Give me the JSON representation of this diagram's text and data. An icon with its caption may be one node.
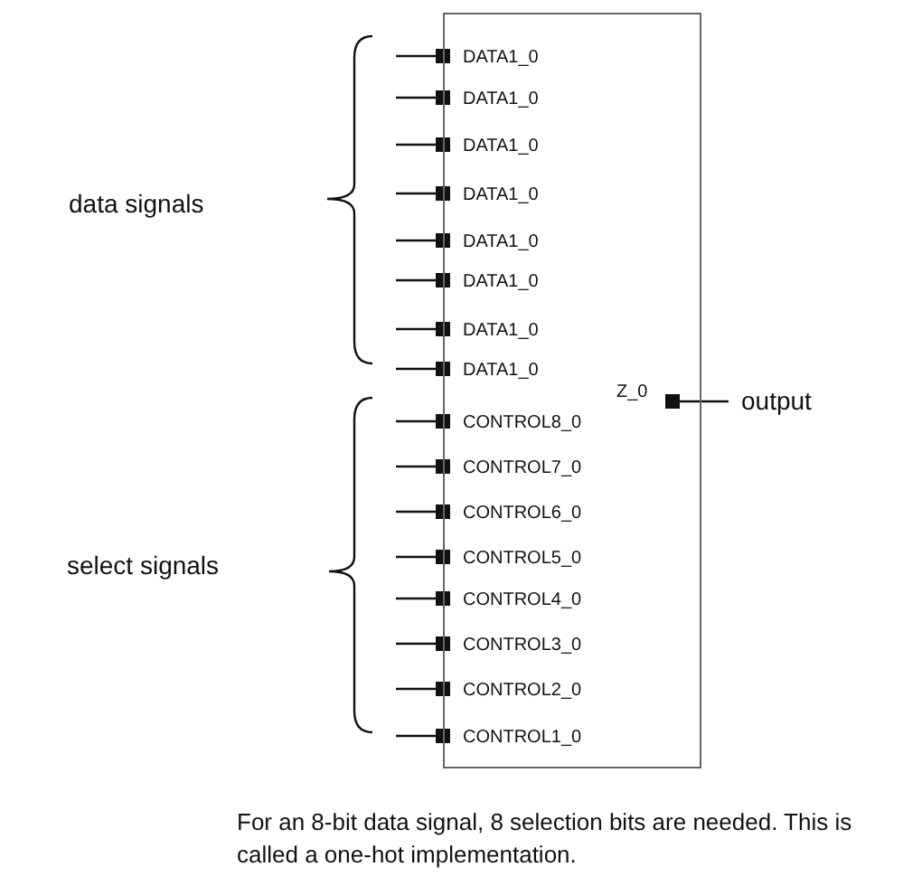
{
  "diagram": {
    "caption": "For an 8-bit data signal, 8 selection bits are needed. This is called a one-hot implementation.",
    "nodes": [
      {
        "text": [
          "DATA1_0",
          "DATA1_0",
          "DATA1_0",
          "DATA1_0",
          "DATA1_0",
          "DATA1_0",
          "DATA1_0",
          "DATA1_0",
          "Z_0",
          "CONTROL8_0",
          "CONTROL7_0",
          "CONTROL6_0",
          "CONTROL5_0",
          "CONTROL4_0",
          "CONTROL3_0",
          "CONTROL2_0",
          "CONTROL1_0"
        ]
      },
      {
        "text": [
          "output"
        ]
      }
    ],
    "edges": [
      {
        "from": null,
        "to": 0,
        "arrow": "other"
      },
      {
        "from": null,
        "to": 0,
        "arrow": "other"
      },
      {
        "from": null,
        "to": 0,
        "arrow": "other"
      },
      {
        "from": null,
        "to": 0,
        "arrow": "other"
      },
      {
        "from": null,
        "to": 0,
        "arrow": "other"
      },
      {
        "from": null,
        "to": 0,
        "arrow": "other"
      },
      {
        "from": null,
        "to": 0,
        "arrow": "other"
      },
      {
        "from": null,
        "to": 0,
        "arrow": "other"
      },
      {
        "from": null,
        "to": 0,
        "arrow": "other"
      },
      {
        "from": null,
        "to": 0,
        "arrow": "other"
      },
      {
        "from": null,
        "to": 0,
        "arrow": "other"
      },
      {
        "from": null,
        "to": 0,
        "arrow": "other"
      },
      {
        "from": null,
        "to": 0,
        "arrow": "other"
      },
      {
        "from": null,
        "to": 0,
        "arrow": "other"
      },
      {
        "from": null,
        "to": 0,
        "arrow": "other"
      },
      {
        "from": null,
        "to": 0,
        "arrow": "other"
      },
      {
        "from": 0,
        "to": 1,
        "arrow": "other"
      }
    ],
    "labels": [
      "data signals",
      "select signals"
    ]
  }
}
